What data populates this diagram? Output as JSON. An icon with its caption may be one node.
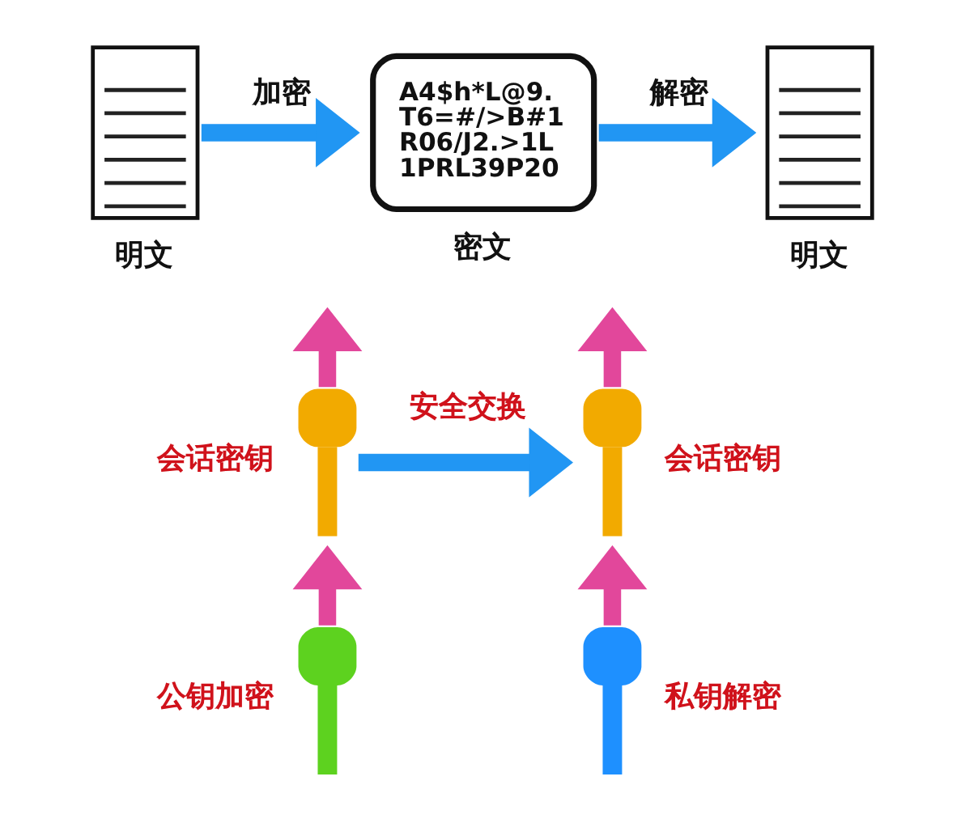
{
  "diagram": {
    "nodes": [
      {
        "text": [],
        "shape": "document",
        "beside": [
          "明文"
        ]
      },
      {
        "text": [
          "A4$h*L@9. T6=#/>B#1 R06/J2.>1L 1PRL39P20"
        ],
        "beside": [
          "密文"
        ]
      },
      {
        "text": [],
        "shape": "document",
        "beside": [
          "明文"
        ]
      },
      {
        "text": [],
        "shape": "key",
        "beside": [
          "会话密钥"
        ]
      },
      {
        "text": [],
        "shape": "key",
        "beside": [
          "会话密钥"
        ]
      },
      {
        "text": [],
        "shape": "key",
        "beside": [
          "公钥加密"
        ]
      },
      {
        "text": [],
        "shape": "key",
        "beside": [
          "私钥解密"
        ]
      }
    ],
    "edges": [
      {
        "from": 0,
        "to": 1,
        "arrow": "to",
        "label": "加密",
        "color": "#2196f3"
      },
      {
        "from": 1,
        "to": 2,
        "arrow": "to",
        "label": "解密",
        "color": "#2196f3"
      },
      {
        "from": 3,
        "to": null,
        "arrow": "to",
        "color": "#e2479b"
      },
      {
        "from": 4,
        "to": null,
        "arrow": "to",
        "color": "#e2479b"
      },
      {
        "from": 3,
        "to": 4,
        "arrow": "to",
        "label": "安全交换",
        "color": "#2196f3"
      },
      {
        "from": 5,
        "to": 3,
        "arrow": "to",
        "color": "#e2479b"
      },
      {
        "from": 6,
        "to": 4,
        "arrow": "to",
        "color": "#e2479b"
      }
    ]
  }
}
